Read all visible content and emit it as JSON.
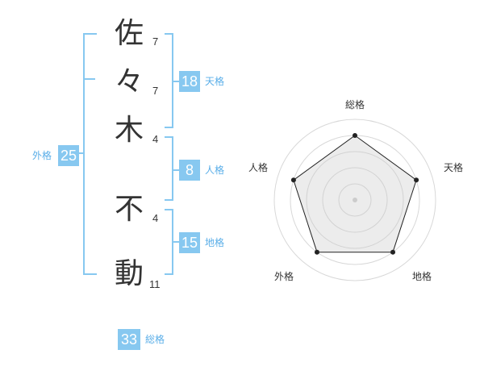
{
  "name": {
    "chars": [
      {
        "char": "佐",
        "strokes": "7"
      },
      {
        "char": "々",
        "strokes": "7"
      },
      {
        "char": "木",
        "strokes": "4"
      },
      {
        "char": "不",
        "strokes": "4"
      },
      {
        "char": "動",
        "strokes": "11"
      }
    ]
  },
  "fortune": {
    "tenkaku": {
      "value": "18",
      "label": "天格"
    },
    "jinkaku": {
      "value": "8",
      "label": "人格"
    },
    "chikaku": {
      "value": "15",
      "label": "地格"
    },
    "gaikaku": {
      "value": "25",
      "label": "外格"
    },
    "soukaku": {
      "value": "33",
      "label": "総格"
    }
  },
  "chart_data": {
    "type": "radar",
    "axes": [
      "総格",
      "天格",
      "地格",
      "外格",
      "人格"
    ],
    "values": [
      4,
      4,
      4,
      4,
      4
    ],
    "max": 5,
    "colors": {
      "fill": "#f0f0f0",
      "line": "#222222",
      "ring": "#d8d8d8",
      "bracket": "#87c8f0"
    }
  }
}
